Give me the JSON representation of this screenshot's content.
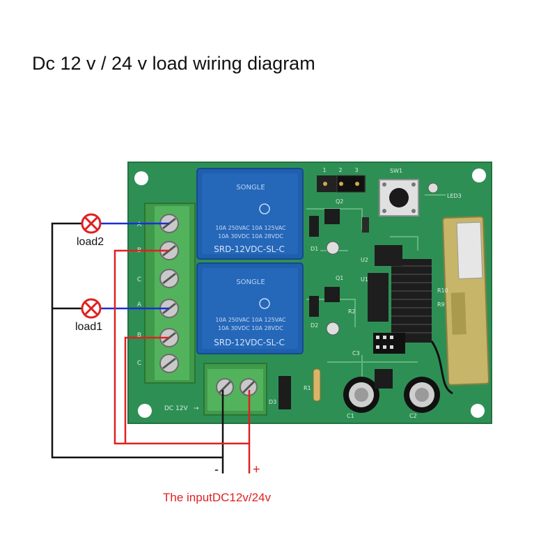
{
  "title": "Dc 12 v / 24 v load wiring diagram",
  "loads": [
    {
      "label": "load2"
    },
    {
      "label": "load1"
    }
  ],
  "supply": {
    "minus_label": "-",
    "plus_label": "+",
    "input_label": "The inputDC12v/24v",
    "input_color": "#e02020"
  },
  "board": {
    "pcb_color": "#2e8f55",
    "power_label": "DC 12V",
    "relay_brand": "SONGLE",
    "relay_model": "SRD-12VDC-SL-C",
    "relay_rating_1": "10A 250VAC  10A 125VAC",
    "relay_rating_2": "10A 30VDC   10A 28VDC",
    "terminal_letters": [
      "A",
      "B",
      "C",
      "A",
      "B",
      "C"
    ],
    "component_labels": [
      "SW1",
      "LED3",
      "Q1",
      "Q2",
      "U1",
      "U2",
      "D1",
      "D2",
      "D3",
      "R1",
      "R2",
      "C1",
      "C2",
      "C3",
      "R9",
      "R10"
    ],
    "jumper_numbers": [
      "1",
      "2",
      "3"
    ]
  },
  "wires": {
    "common_color": "#111111",
    "switched_color": "#e02020",
    "load_color": "#1a2fd6"
  }
}
